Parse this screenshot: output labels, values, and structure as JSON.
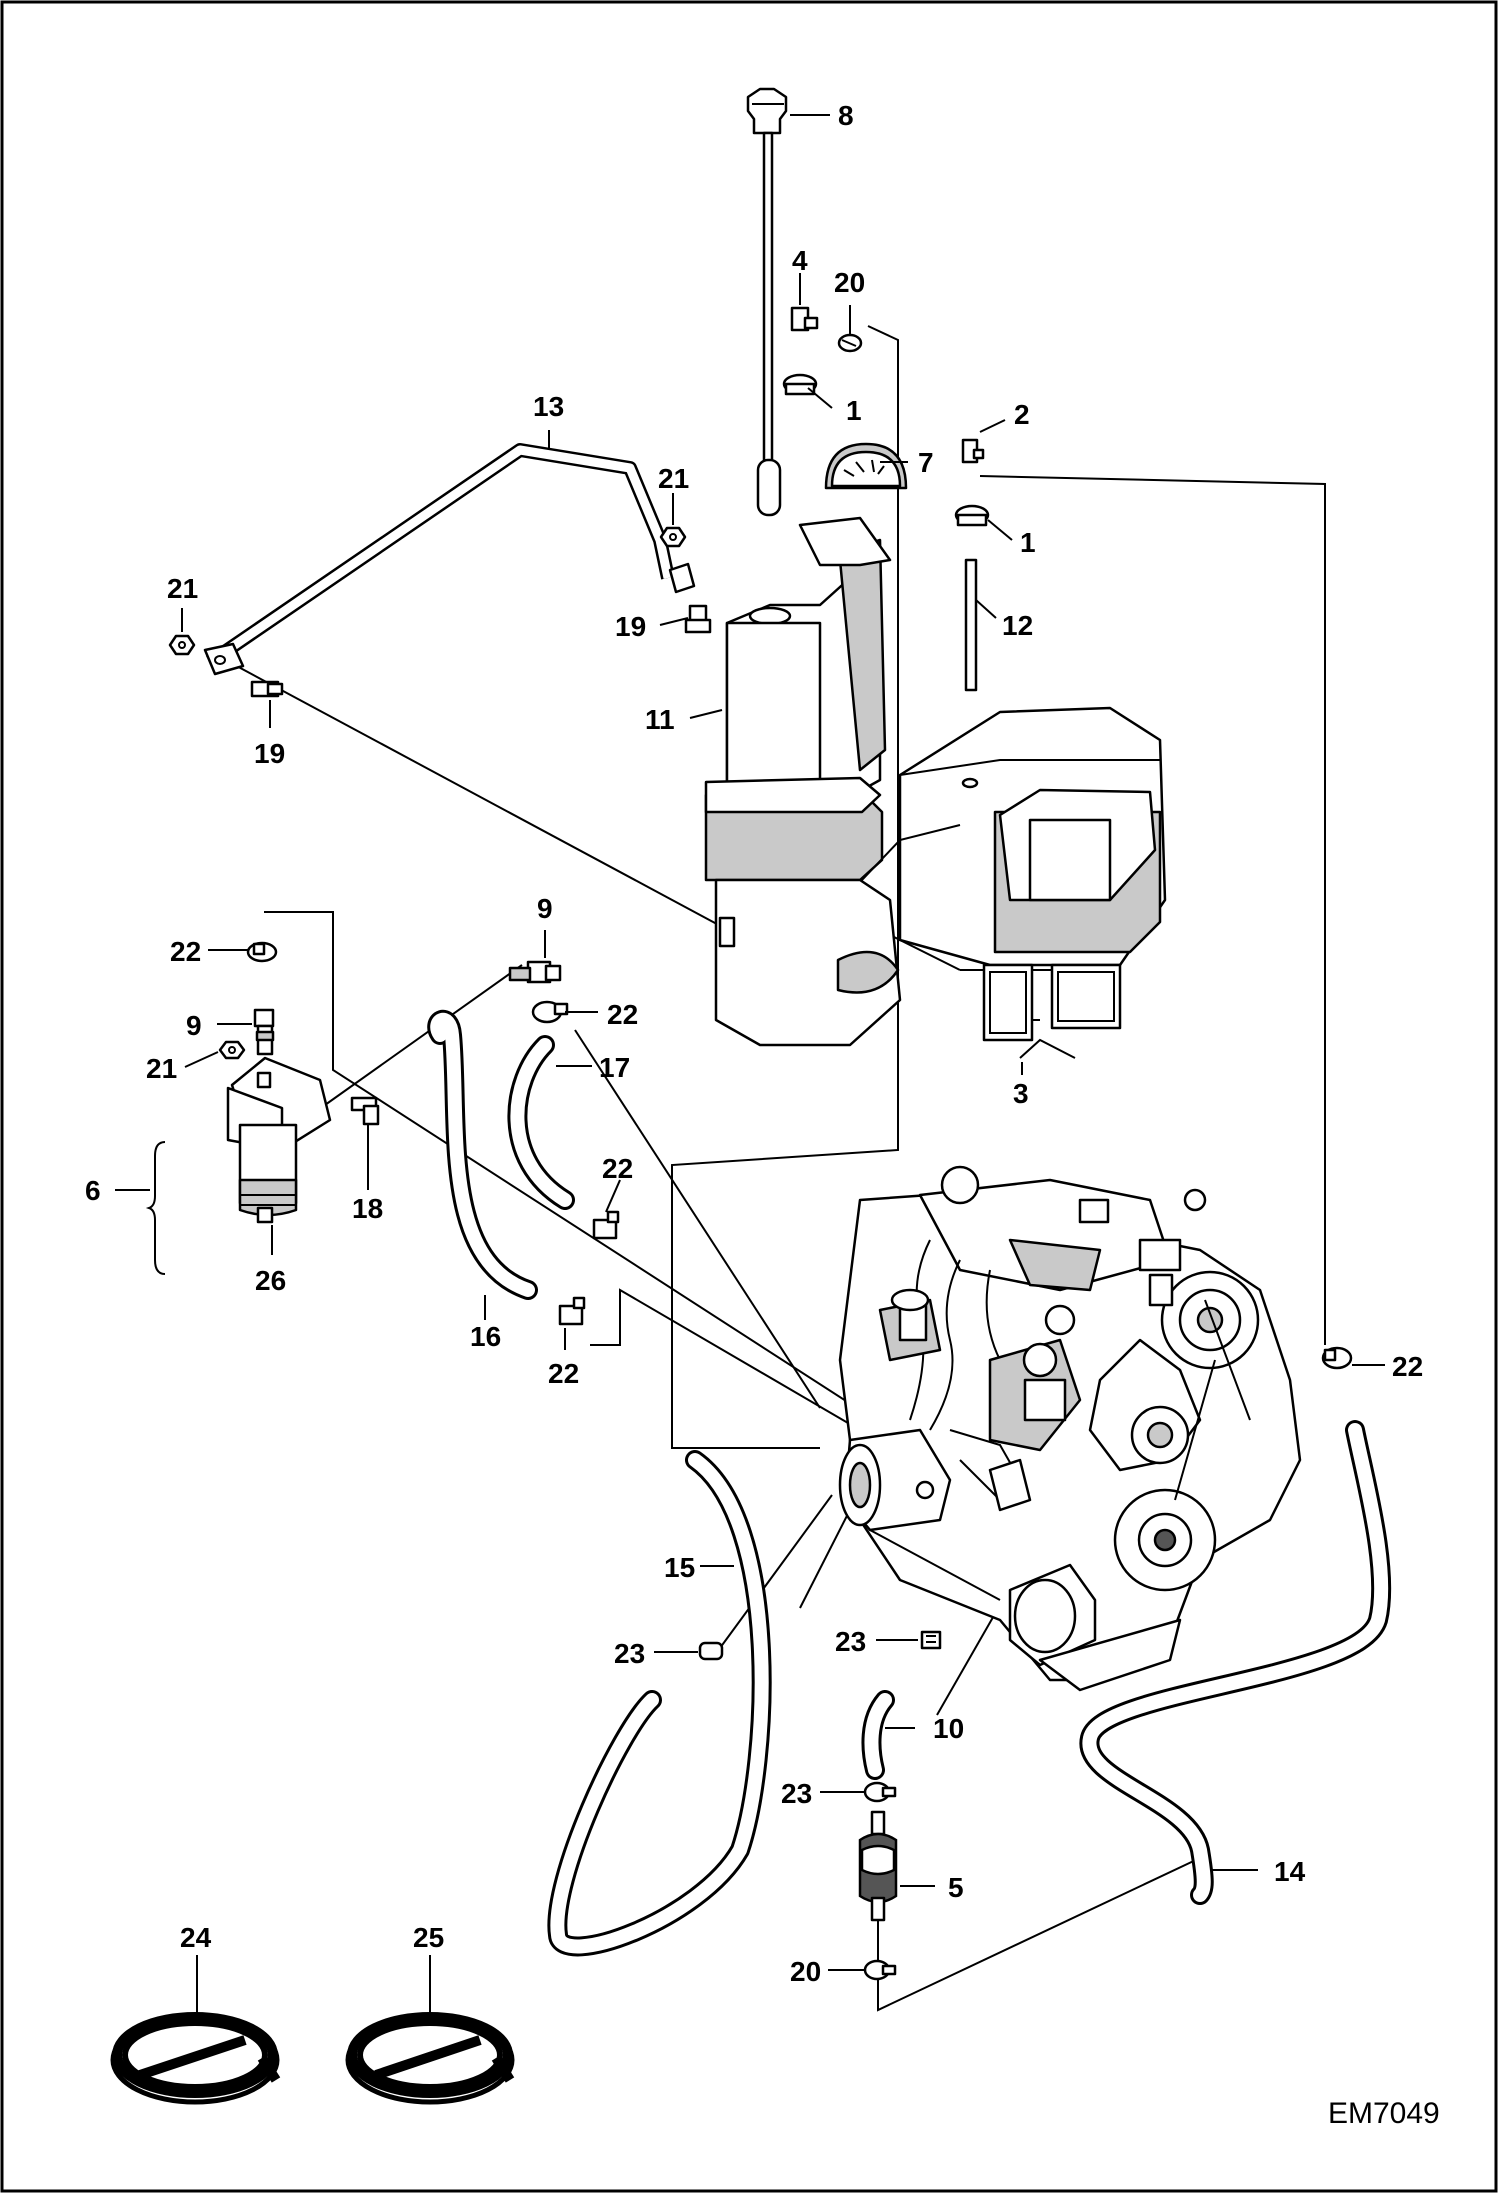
{
  "drawing_code": "EM7049",
  "callouts": [
    {
      "id": "c8",
      "text": "8"
    },
    {
      "id": "c4",
      "text": "4"
    },
    {
      "id": "c20a",
      "text": "20"
    },
    {
      "id": "c1a",
      "text": "1"
    },
    {
      "id": "c13",
      "text": "13"
    },
    {
      "id": "c2",
      "text": "2"
    },
    {
      "id": "c7",
      "text": "7"
    },
    {
      "id": "c21a",
      "text": "21"
    },
    {
      "id": "c1b",
      "text": "1"
    },
    {
      "id": "c21b",
      "text": "21"
    },
    {
      "id": "c19a",
      "text": "19"
    },
    {
      "id": "c12",
      "text": "12"
    },
    {
      "id": "c19b",
      "text": "19"
    },
    {
      "id": "c11",
      "text": "11"
    },
    {
      "id": "c9a",
      "text": "9"
    },
    {
      "id": "c22a",
      "text": "22"
    },
    {
      "id": "c22b",
      "text": "22"
    },
    {
      "id": "c9b",
      "text": "9"
    },
    {
      "id": "c21c",
      "text": "21"
    },
    {
      "id": "c17",
      "text": "17"
    },
    {
      "id": "c3",
      "text": "3"
    },
    {
      "id": "c6",
      "text": "6"
    },
    {
      "id": "c22c",
      "text": "22"
    },
    {
      "id": "c18",
      "text": "18"
    },
    {
      "id": "c26",
      "text": "26"
    },
    {
      "id": "c16",
      "text": "16"
    },
    {
      "id": "c22d",
      "text": "22"
    },
    {
      "id": "c22e",
      "text": "22"
    },
    {
      "id": "c15",
      "text": "15"
    },
    {
      "id": "c23a",
      "text": "23"
    },
    {
      "id": "c23b",
      "text": "23"
    },
    {
      "id": "c10",
      "text": "10"
    },
    {
      "id": "c23c",
      "text": "23"
    },
    {
      "id": "c5",
      "text": "5"
    },
    {
      "id": "c14",
      "text": "14"
    },
    {
      "id": "c24",
      "text": "24"
    },
    {
      "id": "c25",
      "text": "25"
    },
    {
      "id": "c20b",
      "text": "20"
    }
  ]
}
